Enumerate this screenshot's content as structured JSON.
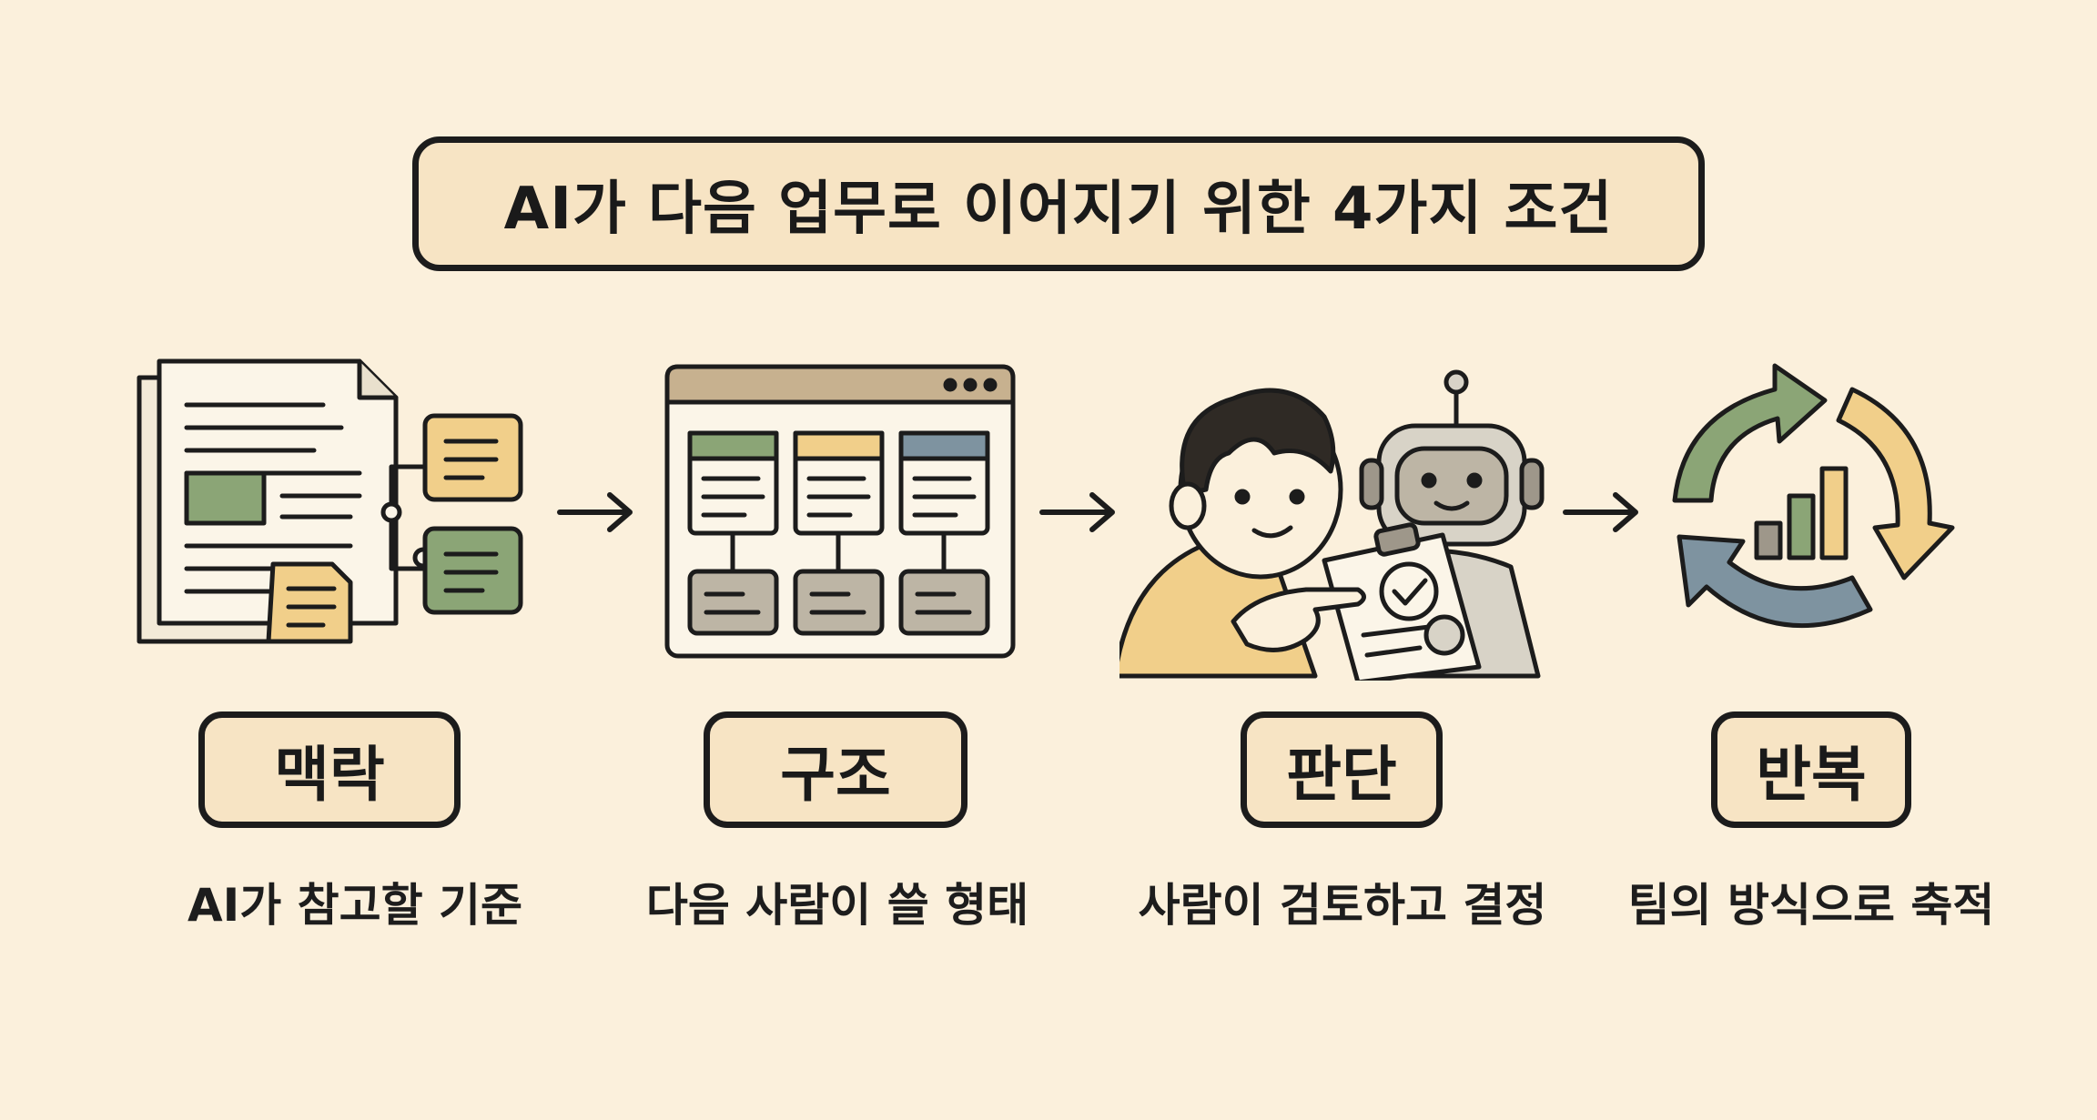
{
  "title": "AI가 다음 업무로 이어지기 위한 4가지 조건",
  "steps": [
    {
      "label": "맥락",
      "caption": "AI가 참고할 기준",
      "icon": "documents-icon"
    },
    {
      "label": "구조",
      "caption": "다음 사람이 쓸 형태",
      "icon": "board-template-icon"
    },
    {
      "label": "판단",
      "caption": "사람이 검토하고 결정",
      "icon": "person-robot-review-icon"
    },
    {
      "label": "반복",
      "caption": "팀의 방식으로 축적",
      "icon": "cycle-growth-icon"
    }
  ],
  "colors": {
    "background": "#fbf0dc",
    "box_fill": "#f7e4c4",
    "outline": "#1c1c1c",
    "green": "#8ba576",
    "yellow": "#f1cf8a",
    "blue": "#7e93a0",
    "gray": "#bdb5a5"
  }
}
